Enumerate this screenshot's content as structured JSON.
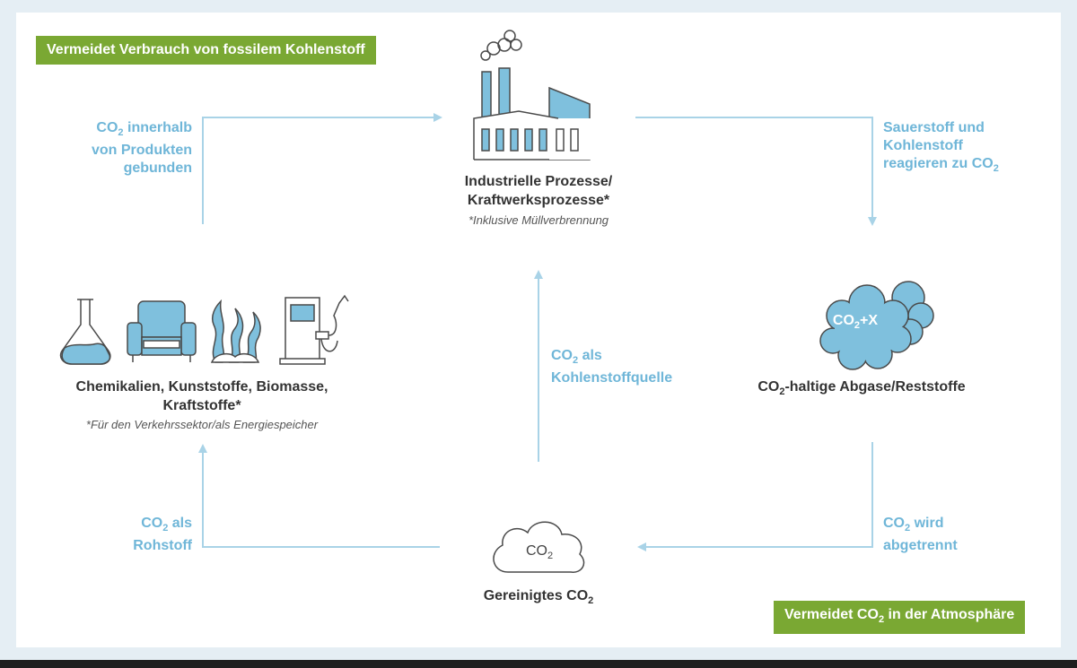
{
  "badges": {
    "top_left": "Vermeidet Verbrauch von fossilem Kohlenstoff",
    "bottom_right_pre": "Vermeidet CO",
    "bottom_right_sub": "2",
    "bottom_right_post": " in der Atmosphäre"
  },
  "nodes": {
    "industry": {
      "title_line1": "Industrielle Prozesse/",
      "title_line2": "Kraftwerksprozesse*",
      "note": "*Inklusive Müllverbrennung"
    },
    "exhaust": {
      "title_pre": "CO",
      "title_sub": "2",
      "title_post": "-haltige Abgase/Reststoffe",
      "cloud_pre": "CO",
      "cloud_sub": "2",
      "cloud_post": "+X"
    },
    "purified": {
      "title_pre": "Gereinigtes CO",
      "title_sub": "2",
      "cloud_pre": "CO",
      "cloud_sub": "2"
    },
    "products": {
      "title_line1": "Chemikalien, Kunststoffe, Biomasse,",
      "title_line2": "Kraftstoffe*",
      "note": "*Für den Verkehrssektor/als Energiespeicher"
    }
  },
  "arrow_labels": {
    "bound": {
      "line1_pre": "CO",
      "line1_sub": "2",
      "line1_post": " innerhalb",
      "line2": "von Produkten",
      "line3": "gebunden"
    },
    "oxygen": {
      "line1": "Sauerstoff und",
      "line2": "Kohlenstoff",
      "line3_pre": "reagieren zu CO",
      "line3_sub": "2"
    },
    "carbon_source": {
      "line1_pre": "CO",
      "line1_sub": "2",
      "line1_post": " als",
      "line2": "Kohlenstoffquelle"
    },
    "separated": {
      "line1_pre": "CO",
      "line1_sub": "2",
      "line1_post": " wird",
      "line2": "abgetrennt"
    },
    "raw_material": {
      "line1_pre": "CO",
      "line1_sub": "2",
      "line1_post": " als",
      "line2": "Rohstoff"
    }
  },
  "colors": {
    "badge_green": "#7aa833",
    "accent_blue": "#6fb6d8",
    "arrow_blue": "#a9d3e7",
    "icon_fill": "#7fc0dd",
    "icon_outline": "#4a4a4a"
  }
}
